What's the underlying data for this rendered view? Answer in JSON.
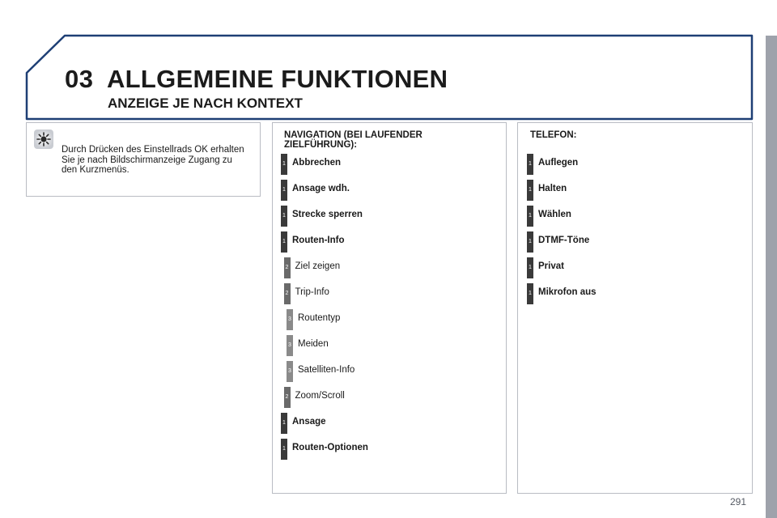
{
  "header": {
    "chapter_number": "03",
    "chapter_title": "ALLGEMEINE FUNKTIONEN",
    "section_subtitle": "ANZEIGE JE NACH KONTEXT"
  },
  "tip": {
    "icon": "gear-icon",
    "text": "Durch Drücken des Einstellrads OK erhalten Sie je nach Bildschirmanzeige Zugang zu den Kurzmenüs."
  },
  "navigation": {
    "heading_line1": "NAVIGATION (BEI LAUFENDER",
    "heading_line2": "ZIELFÜHRUNG):",
    "items": [
      {
        "level": "1",
        "label": "Abbrechen"
      },
      {
        "level": "1",
        "label": "Ansage wdh."
      },
      {
        "level": "1",
        "label": "Strecke sperren"
      },
      {
        "level": "1",
        "label": "Routen-Info"
      },
      {
        "level": "2",
        "label": "Ziel zeigen"
      },
      {
        "level": "2",
        "label": "Trip-Info"
      },
      {
        "level": "3",
        "label": "Routentyp"
      },
      {
        "level": "3",
        "label": "Meiden"
      },
      {
        "level": "3",
        "label": "Satelliten-Info"
      },
      {
        "level": "2",
        "label": "Zoom/Scroll"
      },
      {
        "level": "1",
        "label": "Ansage"
      },
      {
        "level": "1",
        "label": "Routen-Optionen"
      }
    ]
  },
  "telephone": {
    "heading": "TELEFON:",
    "items": [
      {
        "level": "1",
        "label": "Auflegen"
      },
      {
        "level": "1",
        "label": "Halten"
      },
      {
        "level": "1",
        "label": "Wählen"
      },
      {
        "level": "1",
        "label": "DTMF-Töne"
      },
      {
        "level": "1",
        "label": "Privat"
      },
      {
        "level": "1",
        "label": "Mikrofon aus"
      }
    ]
  },
  "page_number": "291",
  "colors": {
    "header_border": "#1e3f75",
    "side_bar": "#9ea2ab",
    "panel_border": "#b9bcc3"
  }
}
